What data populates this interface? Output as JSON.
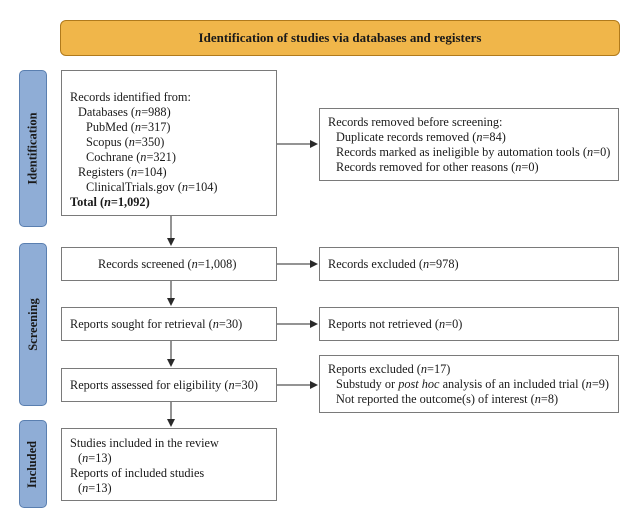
{
  "header": {
    "title": "Identification of studies via databases and registers"
  },
  "phases": {
    "identification": "Identification",
    "screening": "Screening",
    "included": "Included"
  },
  "identified": {
    "heading": "Records identified from:",
    "databases": "Databases (n=988)",
    "pubmed": "PubMed (n=317)",
    "scopus": "Scopus (n=350)",
    "cochrane": "Cochrane (n=321)",
    "registers": "Registers (n=104)",
    "clinicaltrials": "ClinicalTrials.gov (n=104)",
    "total": "Total (n=1,092)"
  },
  "removed": {
    "heading": "Records removed before screening:",
    "duplicates": "Duplicate records removed (n=84)",
    "ineligible": "Records marked as ineligible by automation tools (n=0)",
    "other": "Records removed for other reasons (n=0)"
  },
  "screened": "Records screened (n=1,008)",
  "excluded": "Records excluded (n=978)",
  "sought": "Reports sought for retrieval (n=30)",
  "not_retrieved": "Reports not retrieved (n=0)",
  "assessed": "Reports assessed for eligibility (n=30)",
  "reports_excluded": {
    "heading": "Reports excluded (n=17)",
    "substudy": "Substudy or post hoc analysis of an included trial (n=9)",
    "not_reported": "Not reported the outcome(s) of interest (n=8)"
  },
  "included": {
    "studies": "Studies included in the review",
    "studies_n": "(n=13)",
    "reports": "Reports of included studies",
    "reports_n": "(n=13)"
  }
}
